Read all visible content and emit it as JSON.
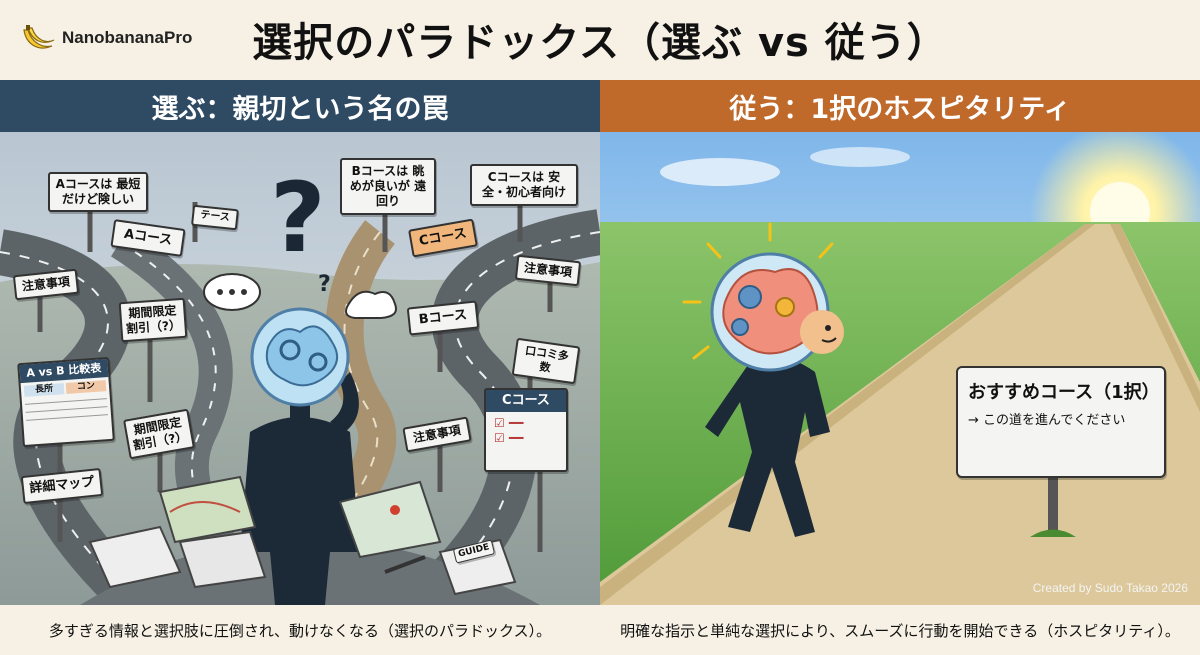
{
  "brand": {
    "name": "NanobananaPro"
  },
  "title": "選択のパラドックス（選ぶ vs 従う）",
  "left": {
    "heading": "選ぶ：親切という名の罠",
    "caption": "多すぎる情報と選択肢に圧倒され、動けなくなる（選択のパラドックス）。",
    "signs": {
      "a_course_desc": "Aコースは 最短だけど険しい",
      "a_course": "Aコース",
      "b_course_desc": "Bコースは 眺めが良いが 遠回り",
      "c_course_desc": "Cコースは 安全・初心者向け",
      "test": "テース",
      "c_course_arrow": "Cコース",
      "caution_1": "注意事項",
      "caution_2": "注意事項",
      "caution_3": "注意事項",
      "limited_1": "期間限定 割引（?）",
      "limited_2": "期間限定 割引（?）",
      "b_course": "Bコース",
      "reviews": "口コミ多数",
      "comparison_title": "A vs B 比較表",
      "comparison_col_pros": "長所",
      "comparison_col_cons": "コン",
      "c_course_board": "Cコース",
      "detail_map": "詳細マップ",
      "guide_booklet": "GUIDE"
    },
    "question_mark": "?",
    "small_question": "?"
  },
  "right": {
    "heading": "従う：1択のホスピタリティ",
    "caption": "明確な指示と単純な選択により、スムーズに行動を開始できる（ホスピタリティ）。",
    "sign_title": "おすすめコース（1択）",
    "sign_sub": "→ この道を進んでください",
    "credit": "Created by Sudo Takao 2026"
  },
  "colors": {
    "left_band": "#2f4a63",
    "right_band": "#bf6a2b",
    "background": "#f6f1e4",
    "grass": "#5ea843",
    "path": "#dcc89a"
  },
  "icons": [
    "banana-icon",
    "question-icon",
    "thought-bubble-icon",
    "brain-icon",
    "gear-icon",
    "sun-icon",
    "checkbox-icon",
    "map-icon",
    "pen-icon"
  ]
}
